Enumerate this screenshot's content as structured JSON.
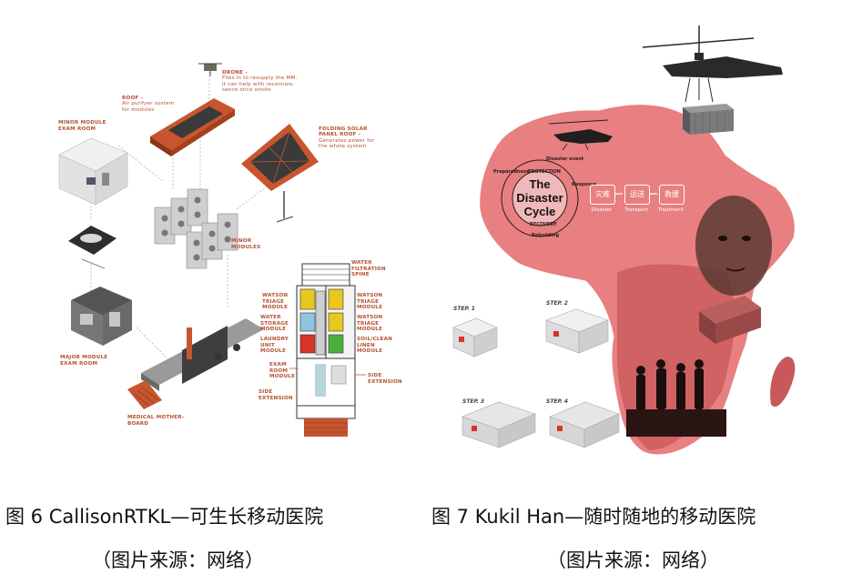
{
  "left_figure": {
    "labels": {
      "drone_title": "DRONE -",
      "drone_desc": "Flies in to resupply the MM.\nIt can help with reconnais-\nsance once onsite",
      "roof_title": "ROOF -",
      "roof_desc": "Air purifyer system\nfor modules",
      "minor_exam_title": "MINOR MODULE\nEXAM ROOM",
      "folding_solar_title": "FOLDING SOLAR\nPANEL ROOF -",
      "folding_solar_desc": "Generates power for\nthe whole system",
      "minor_modules_title": "MINOR\nMODULES",
      "major_exam_title": "MAJOR MODULE\nEXAM ROOM",
      "medical_board_title": "MEDICAL MOTHER-\nBOARD",
      "water_filtration": "WATER\nFILTRATION\nSPINE",
      "watson_triage_left": "WATSON\nTRIAGE\nMODULE",
      "watson_triage_right": "WATSON\nTRIAGE\nMODULE",
      "water_storage": "WATER\nSTORAGE\nMODULE",
      "watson_triage_right2": "WATSON\nTRIAGE\nMODULE",
      "laundry_unit": "LAUNDRY\nUNIT\nMODULE",
      "soil_clean": "SOIL/CLEAN\nLINEN\nMODULE",
      "exam_room_module": "EXAM\nROOM\nMODULE",
      "side_extension_left": "SIDE\nEXTENSION",
      "side_extension_right": "SIDE\nEXTENSION"
    },
    "caption": "图 6 CallisonRTKL—可生长移动医院",
    "source": "（图片来源：网络）",
    "colors": {
      "accent_orange": "#c8552e",
      "yellow_module": "#e8c81e",
      "blue_module": "#8ec4e0",
      "red_module": "#d8322a",
      "green_module": "#4caf3c",
      "module_gray": "#c8c8c8"
    }
  },
  "right_figure": {
    "cycle_title": "The\nDisaster\nCycle",
    "ring_words": [
      "PROTECTION",
      "RECOVERY",
      "Disaster event",
      "Response",
      "Preparedness",
      "Rebuilding"
    ],
    "stages": [
      {
        "cn": "灾难",
        "en": "Disaster"
      },
      {
        "cn": "运送",
        "en": "Transport"
      },
      {
        "cn": "救援",
        "en": "Treatment"
      }
    ],
    "steps": [
      "STEP. 1",
      "STEP. 2",
      "STEP. 3",
      "STEP. 4"
    ],
    "caption": "图 7 Kukil Han—随时随地的移动医院",
    "source": "（图片来源：网络）",
    "colors": {
      "map_pink": "#e87f80",
      "map_dark": "#c8585a",
      "helicopter": "#2a2a2a"
    }
  }
}
